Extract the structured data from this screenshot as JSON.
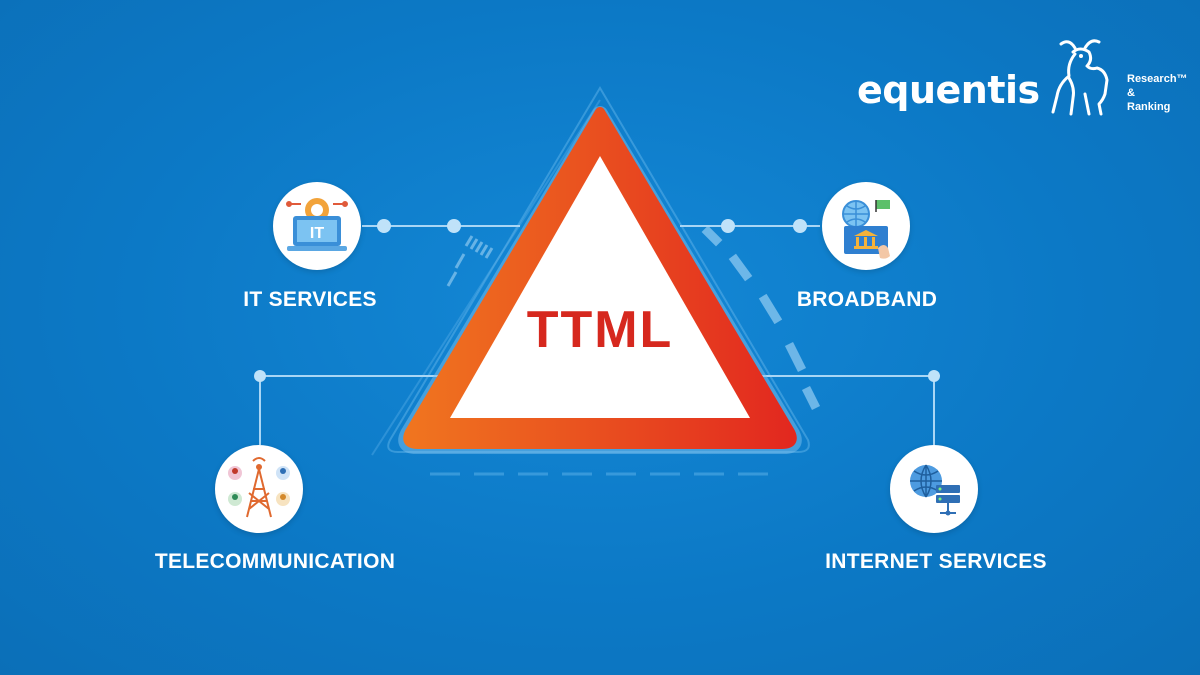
{
  "center": {
    "label": "TTML"
  },
  "brand": {
    "name": "equentis",
    "tagline_line1": "Research™",
    "tagline_line2": "&",
    "tagline_line3": "Ranking"
  },
  "nodes": {
    "it_services": {
      "label": "IT SERVICES",
      "icon": "laptop-it-gear-icon"
    },
    "broadband": {
      "label": "BROADBAND",
      "icon": "globe-bank-hand-icon"
    },
    "telecommunication": {
      "label": "TELECOMMUNICATION",
      "icon": "tower-users-icon"
    },
    "internet_services": {
      "label": "INTERNET SERVICES",
      "icon": "globe-server-icon"
    }
  },
  "colors": {
    "background": "#0c79c6",
    "triangle_outer": "#e8401f",
    "triangle_fill": "#ffffff",
    "center_text": "#d6281e",
    "connector": "#9fd2f5"
  }
}
